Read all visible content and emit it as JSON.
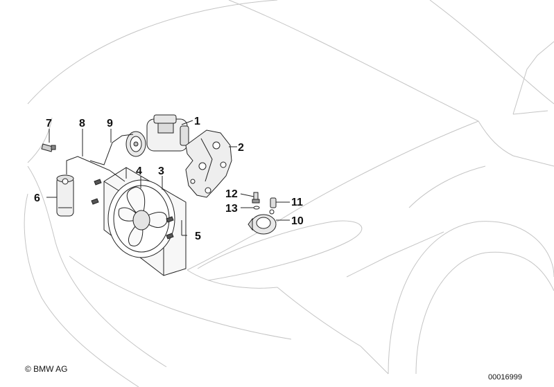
{
  "diagram": {
    "callouts": [
      {
        "id": "1",
        "label": "1"
      },
      {
        "id": "2",
        "label": "2"
      },
      {
        "id": "3",
        "label": "3"
      },
      {
        "id": "4",
        "label": "4"
      },
      {
        "id": "5",
        "label": "5"
      },
      {
        "id": "6",
        "label": "6"
      },
      {
        "id": "7",
        "label": "7"
      },
      {
        "id": "8",
        "label": "8"
      },
      {
        "id": "9",
        "label": "9"
      },
      {
        "id": "10",
        "label": "10"
      },
      {
        "id": "11",
        "label": "11"
      },
      {
        "id": "12",
        "label": "12"
      },
      {
        "id": "13",
        "label": "13"
      }
    ]
  },
  "footer": {
    "copyright": "© BMW AG",
    "diagram_id": "00016999"
  },
  "colors": {
    "outline": "#c4c4c4",
    "part_stroke": "#222222",
    "part_fill": "#f2f2f2",
    "text": "#111111"
  }
}
